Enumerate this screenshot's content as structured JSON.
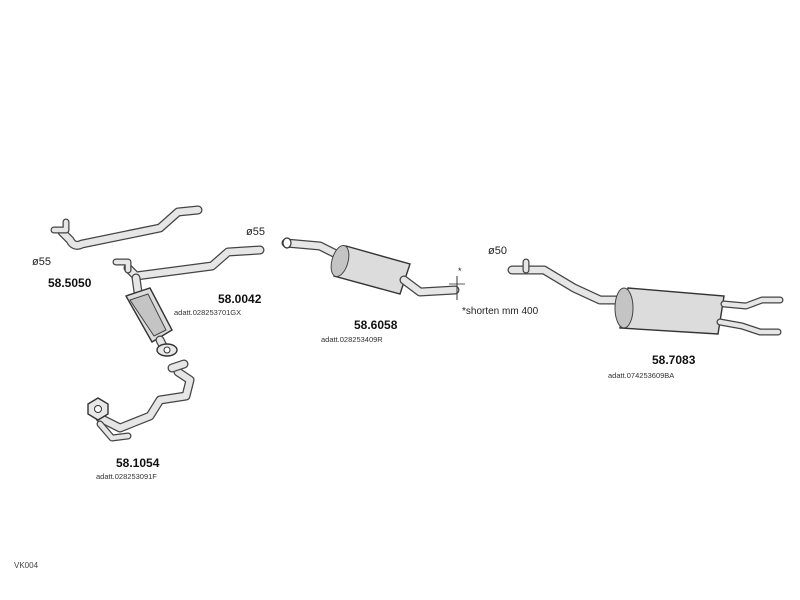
{
  "diagram_code": "VK004",
  "parts": [
    {
      "part_number": "58.5050",
      "diameter": "ø55"
    },
    {
      "part_number": "58.0042",
      "diameter": "ø55",
      "oe_number": "adatt.028253701GX"
    },
    {
      "part_number": "58.6058",
      "oe_number": "adatt.028253409R",
      "note": "*shorten mm 400",
      "cut_mark": "*"
    },
    {
      "part_number": "58.7083",
      "diameter": "ø50",
      "oe_number": "adatt.074253609BA"
    },
    {
      "part_number": "58.1054",
      "oe_number": "adatt.028253091F"
    }
  ]
}
